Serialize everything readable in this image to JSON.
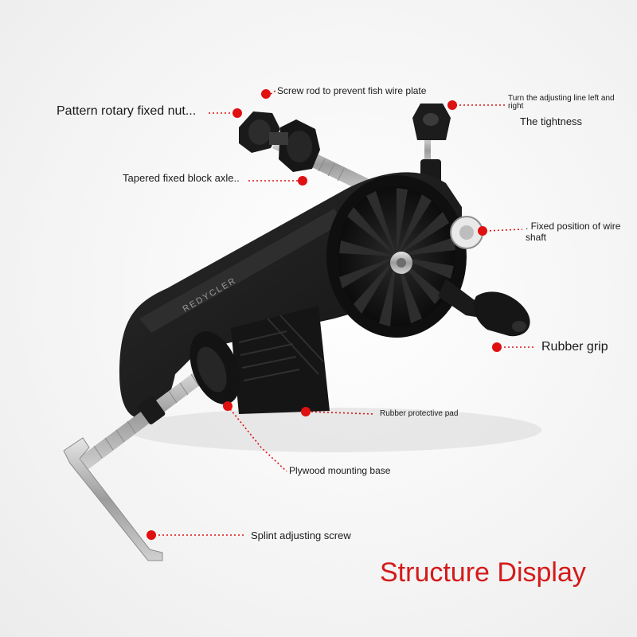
{
  "title": "Structure Display",
  "brand_text": "REDYCLER",
  "colors": {
    "title": "#d41a1a",
    "marker": "#e01010",
    "leader": "#e01010",
    "body": "#1b1b1b",
    "metal": "#b9b9b9"
  },
  "labels": {
    "screw_rod": "Screw rod to prevent fish wire plate",
    "pattern_nut": "Pattern rotary fixed nut...",
    "adjusting_line": "Turn the adjusting line left and",
    "adjusting_line_2": "right",
    "tightness": "The tightness",
    "tapered_block": "Tapered fixed block axle..",
    "wire_shaft": ". Fixed position of wire",
    "wire_shaft_2": "shaft",
    "rubber_grip": "Rubber grip",
    "rubber_pad": "Rubber protective pad",
    "plywood_base": "Plywood mounting base",
    "splint_screw": "Splint adjusting screw"
  }
}
